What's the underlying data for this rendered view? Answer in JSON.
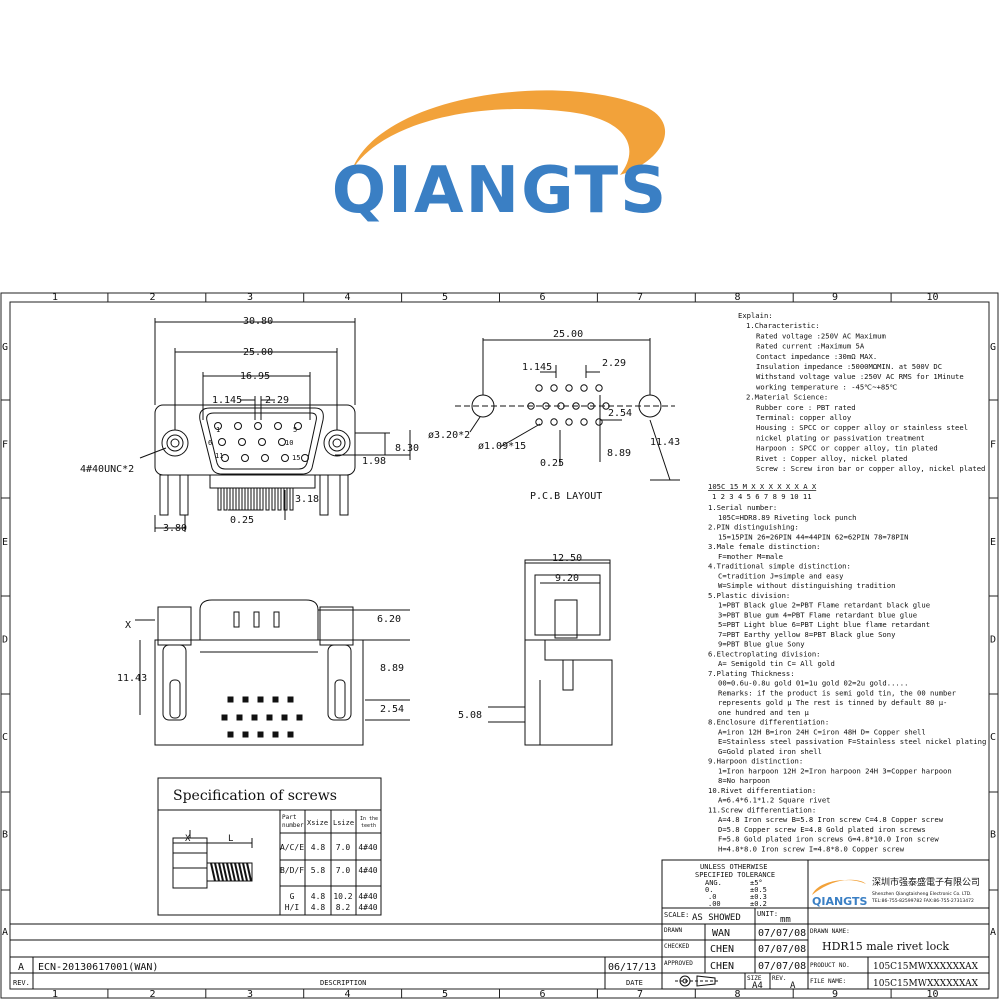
{
  "brand": {
    "name": "QIANGTS",
    "arc_color": "#f2a23a",
    "text_color": "#3a7fc4"
  },
  "frame": {
    "columns": [
      "1",
      "2",
      "3",
      "4",
      "5",
      "6",
      "7",
      "8",
      "9",
      "10"
    ],
    "rows": [
      "G",
      "F",
      "E",
      "D",
      "C",
      "B",
      "A"
    ]
  },
  "dims": {
    "d3080": "30.80",
    "d2500": "25.00",
    "d1695": "16.95",
    "d1145": "1.145",
    "d229": "2.29",
    "d830": "8.30",
    "d198": "1.98",
    "d318": "3.18",
    "d380": "3.80",
    "d025": "0.25",
    "screw": "4#40UNC*2",
    "pin1": "1",
    "pin5": "5",
    "pin6": "6",
    "pin10": "10",
    "pin11": "11",
    "pin15": "15",
    "pcb_2500": "25.00",
    "pcb_1145": "1.145",
    "pcb_229": "2.29",
    "pcb_254": "2.54",
    "pcb_hole_big": "ø3.20*2",
    "pcb_hole_small": "ø1.09*15",
    "pcb_025": "0.25",
    "pcb_889": "8.89",
    "pcb_1143": "11.43",
    "pcb_title": "P.C.B  LAYOUT",
    "side_1250": "12.50",
    "side_920": "9.20",
    "side_508": "5.08",
    "front_x": "X",
    "front_620": "6.20",
    "front_1143": "11.43",
    "front_889": "8.89",
    "front_254": "2.54"
  },
  "screws_table": {
    "title": "Specification of screws",
    "x_label": "X",
    "l_label": "L",
    "headers": [
      "Part number",
      "Xsize",
      "Lsize",
      "In the teeth"
    ],
    "rows": [
      [
        "A/C/E",
        "4.8",
        "7.0",
        "4#40"
      ],
      [
        "B/D/F",
        "5.8",
        "7.0",
        "4#40"
      ],
      [
        "G",
        "4.8",
        "10.2",
        "4#40"
      ],
      [
        "H/I",
        "4.8",
        "8.2",
        "4#40"
      ]
    ]
  },
  "explain": [
    "Explain:",
    "1.Characteristic:",
    "Rated voltage :250V AC Maximum",
    "Rated current :Maximum 5A",
    "Contact impedance :30mΩ MAX.",
    "Insulation impedance :5000MΩMIN. at 500V DC",
    "Withstand voltage value :250V AC RMS for 1Minute",
    "working temperature : -45℃~+85℃",
    "2.Material Science:",
    "Rubber core : PBT rated",
    "Terminal: copper alloy",
    "Housing : SPCC or copper alloy or stainless steel",
    "nickel plating or passivation treatment",
    "Harpoon : SPCC or copper alloy, tin plated",
    "Rivet : Copper alloy, nickel plated",
    "Screw : Screw iron bar or copper alloy, nickel plated"
  ],
  "code": {
    "line": "105C  15 M X X X X X X  A  X",
    "indices": "1     2  3 4 5 6 7 8 9  10 11"
  },
  "spec_lines": [
    "1.Serial number:",
    "105C=HDR8.89 Riveting lock punch",
    "2.PIN distinguishing:",
    "15=15PIN  26=26PIN  44=44PIN  62=62PIN  78=78PIN",
    "3.Male female distinction:",
    "F=mother  M=male",
    "4.Traditional simple distinction:",
    "C=tradition   J=simple and easy",
    "W=Simple without distinguishing tradition",
    "5.Plastic division:",
    "1=PBT Black glue  2=PBT Flame retardant black glue",
    "3=PBT Blue gum  4=PBT Flame retardant blue glue",
    "5=PBT Light blue  6=PBT Light blue flame retardant",
    "7=PBT Earthy yellow  8=PBT Black glue Sony",
    "9=PBT Blue glue Sony",
    "6.Electroplating division:",
    "A= Semigold tin C= All gold",
    "7.Plating Thickness:",
    "00=0.6u-0.8u gold  01=1u gold   02=2u gold.....",
    "Remarks: if the product is semi gold tin, the 00 number",
    "represents gold μ The rest is tinned by default 80 μ-",
    "one hundred and ten μ",
    "8.Enclosure differentiation:",
    "A=iron 12H  B=iron 24H  C=iron 48H  D= Copper shell",
    "E=Stainless steel passivation  F=Stainless steel nickel plating",
    "G=Gold plated iron shell",
    "9.Harpoon distinction:",
    "1=Iron harpoon 12H  2=Iron harpoon 24H  3=Copper harpoon",
    "8=No harpoon",
    "10.Rivet differentiation:",
    "A=6.4*6.1*1.2 Square rivet",
    "11.Screw differentiation:",
    "A=4.8 Iron screw  B=5.8 Iron screw  C=4.8 Copper screw",
    "D=5.8 Copper screw  E=4.8 Gold plated iron screws",
    "F=5.8 Gold plated iron screws G=4.8*10.0 Iron screw",
    "H=4.8*8.0 Iron screw  I=4.8*8.0 Copper screw"
  ],
  "title_block": {
    "tolerance": [
      "UNLESS  OTHERWISE",
      "SPECIFIED TOLERANCE",
      "ANG.",
      "0.",
      ".0",
      ".00"
    ],
    "tol_values": [
      "±5°",
      "±0.5",
      "±0.3",
      "±0.2"
    ],
    "company_cn": "深圳市强泰盛電子有限公司",
    "company_en": "Shenzhen Qiangtaisheng Electronic Co. LTD.",
    "company_tel": "TEL:86-755-82599782 FAX:86-755-27313472",
    "logo_small": "QIANGTS",
    "scale_label": "SCALE:",
    "scale_value": "AS  SHOWED",
    "unit_label": "UNIT:",
    "unit_value": "mm",
    "drawn_label": "DRAWN",
    "drawn_value": "WAN",
    "drawn_date": "07/07/08",
    "checked_label": "CHECKED",
    "checked_value": "CHEN",
    "checked_date": "07/07/08",
    "approved_label": "APPROVED",
    "approved_value": "CHEN",
    "approved_date": "07/07/08",
    "drawn_name_label": "DRAWN  NAME:",
    "drawn_name_value": "HDR15 male rivet lock",
    "product_label": "PRODUCT NO.",
    "product_value": "105C15MWXXXXXXAX",
    "file_label": "FILE NAME:",
    "file_value": "105C15MWXXXXXXAX",
    "size_label": "SIZE",
    "size_value": "A4",
    "rev_label": "REV.",
    "rev_value": "A"
  },
  "revision": {
    "rev": "A",
    "description": "ECN-20130617001(WAN)",
    "date": "06/17/13",
    "rev_label": "REV.",
    "desc_label": "DESCRIPTION",
    "date_label": "DATE"
  }
}
